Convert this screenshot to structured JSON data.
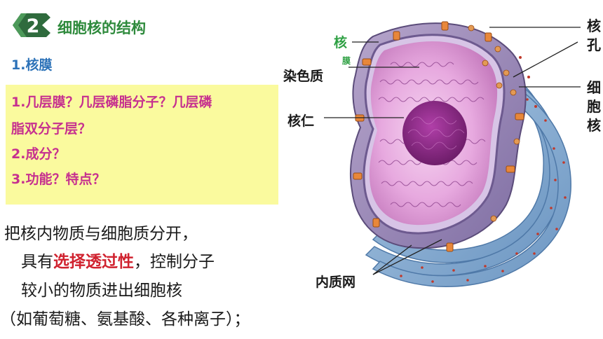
{
  "header": {
    "section_number": "2",
    "section_title": "细胞核的结构",
    "subtitle": "1.核膜"
  },
  "questions": [
    "1.几层膜？几层磷脂分子？几层磷",
    "脂双分子层？",
    "2.成分？",
    "3.功能？特点？"
  ],
  "body": {
    "line1": "把核内物质与细胞质分开，",
    "line2_prefix": "具有",
    "line2_highlight": "选择透过性",
    "line2_suffix": "，控制分子",
    "line3": "较小的物质进出细胞核",
    "line4": "（如葡萄糖、氨基酸、各种离子）；"
  },
  "diagram_labels": {
    "nuclear_membrane_1": "核",
    "nuclear_membrane_2": "膜",
    "chromatin": "染色质",
    "nucleolus": "核仁",
    "nuclear_pore_1": "核",
    "nuclear_pore_2": "孔",
    "nucleus_1": "细",
    "nucleus_2": "胞",
    "nucleus_3": "核",
    "er": "内质网"
  },
  "colors": {
    "title_green": "#2e8a3c",
    "subtitle_blue": "#2c72b8",
    "question_magenta": "#c6308f",
    "question_bg": "#fafa9e",
    "highlight_red": "#d0222f"
  }
}
